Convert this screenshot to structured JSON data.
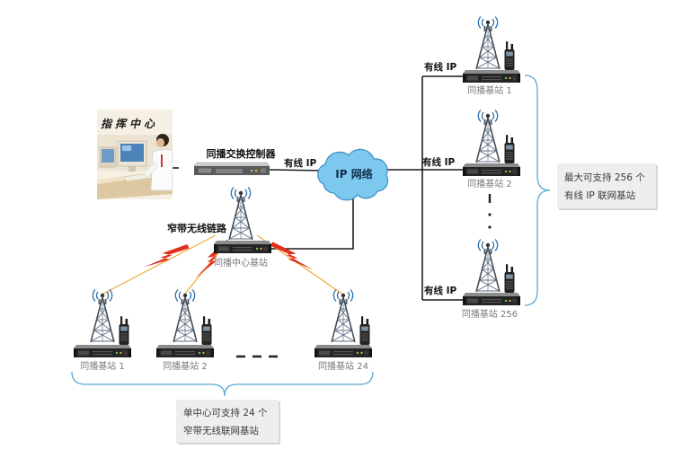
{
  "command_center": {
    "label": "指挥中心"
  },
  "controller": {
    "label": "同播交换控制器"
  },
  "wired_links": {
    "controller_to_network": "有线 IP",
    "network_to_station_1": "有线 IP",
    "network_to_station_2": "有线 IP",
    "network_to_station_256": "有线 IP"
  },
  "ip_network": {
    "label": "IP 网络"
  },
  "wireless_link": {
    "label": "窄带无线链路"
  },
  "center_station": {
    "label": "同播中心基站"
  },
  "ip_stations": [
    {
      "label": "同播基站 1"
    },
    {
      "label": "同播基站 2"
    },
    {
      "label": "同播基站 256"
    }
  ],
  "ip_capacity_note": [
    "最大可支持 256 个",
    "有线 IP 联网基站"
  ],
  "wireless_stations": [
    {
      "label": "同播基站 1"
    },
    {
      "label": "同播基站 2"
    },
    {
      "label": "同播基站 24"
    }
  ],
  "wireless_capacity_note": [
    "单中心可支持 24 个",
    "窄带无线联网基站"
  ],
  "icons": {
    "station": "radio-tower-icon",
    "terminal": "handheld-radio-icon",
    "network": "cloud-icon",
    "wireless": "lightning-bolt-icon"
  },
  "colors": {
    "wired_line": "#1c1c1c",
    "wireless_line": "#f2a93b",
    "bolt": "#e3301c",
    "cloud_fill": "#7cc8ef",
    "cloud_stroke": "#3a8cc2",
    "bracket": "#5aaad8",
    "note_box": "#eeeeee"
  }
}
